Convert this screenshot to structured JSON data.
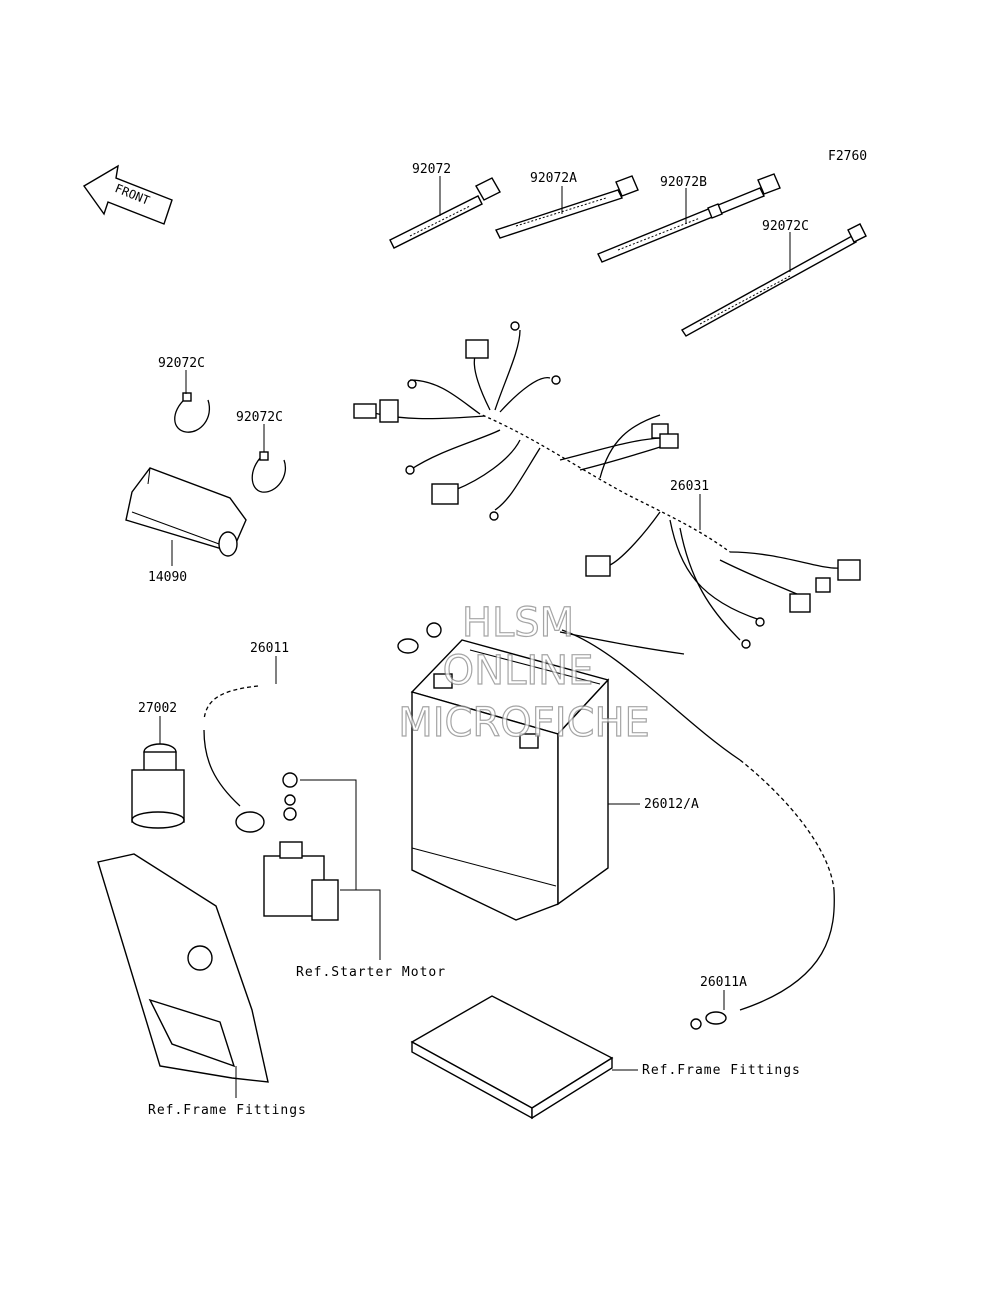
{
  "figure_code": "F2760",
  "front_arrow": "FRONT",
  "watermark": {
    "line1": "HLSM",
    "line2": "ONLINE",
    "line3": "MICROFICHE"
  },
  "labels": {
    "tie_92072": "92072",
    "tie_92072A": "92072A",
    "tie_92072B": "92072B",
    "tie_92072C_top": "92072C",
    "clip_92072C_left": "92072C",
    "clip_92072C_right": "92072C",
    "regulator_14090": "14090",
    "harness_26031": "26031",
    "cable_26011": "26011",
    "relay_27002": "27002",
    "battery_26012A": "26012/A",
    "cable_26011A": "26011A"
  },
  "references": {
    "starter_motor": "Ref.Starter Motor",
    "frame_fittings_left": "Ref.Frame Fittings",
    "frame_fittings_right": "Ref.Frame Fittings"
  }
}
